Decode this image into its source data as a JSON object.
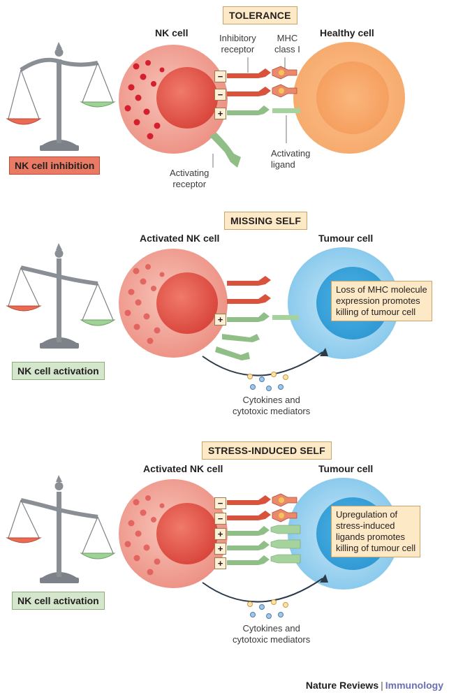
{
  "panels": [
    {
      "title": "TOLERANCE",
      "left_cell": "NK cell",
      "right_cell": "Healthy cell",
      "balance_state": "NK cell inhibition",
      "labels": {
        "inhibitory_receptor": "Inhibitory\nreceptor",
        "mhc": "MHC\nclass I",
        "activating_ligand": "Activating\nligand",
        "activating_receptor": "Activating\nreceptor"
      },
      "signs": [
        "−",
        "−",
        "+"
      ]
    },
    {
      "title": "MISSING SELF",
      "left_cell": "Activated NK cell",
      "right_cell": "Tumour cell",
      "balance_state": "NK cell activation",
      "note": "Loss of MHC molecule\nexpression promotes\nkilling of tumour cell",
      "release_label": "Cytokines and\ncytotoxic mediators",
      "signs": [
        "+"
      ]
    },
    {
      "title": "STRESS-INDUCED SELF",
      "left_cell": "Activated NK cell",
      "right_cell": "Tumour cell",
      "balance_state": "NK cell activation",
      "note": "Upregulation of\nstress-induced\nligands promotes\nkilling of tumour cell",
      "release_label": "Cytokines and\ncytotoxic mediators",
      "signs": [
        "−",
        "−",
        "+",
        "+",
        "+"
      ]
    }
  ],
  "credit": {
    "publisher": "Nature Reviews",
    "separator": "|",
    "journal": "Immunology"
  },
  "colors": {
    "nk_cell": "#f2a79c",
    "nucleus": "#e0584a",
    "granule": "#d4202e",
    "inhibitory_receptor": "#d9533c",
    "mhc": "#e98a6a",
    "activating_receptor": "#8fbf86",
    "healthy_cell": "#f8b780",
    "tumour_cell": "#8fcdee",
    "scale": "#8a8f95",
    "inhibition_pan": "#ea6a54",
    "activation_pan": "#9fd296"
  }
}
